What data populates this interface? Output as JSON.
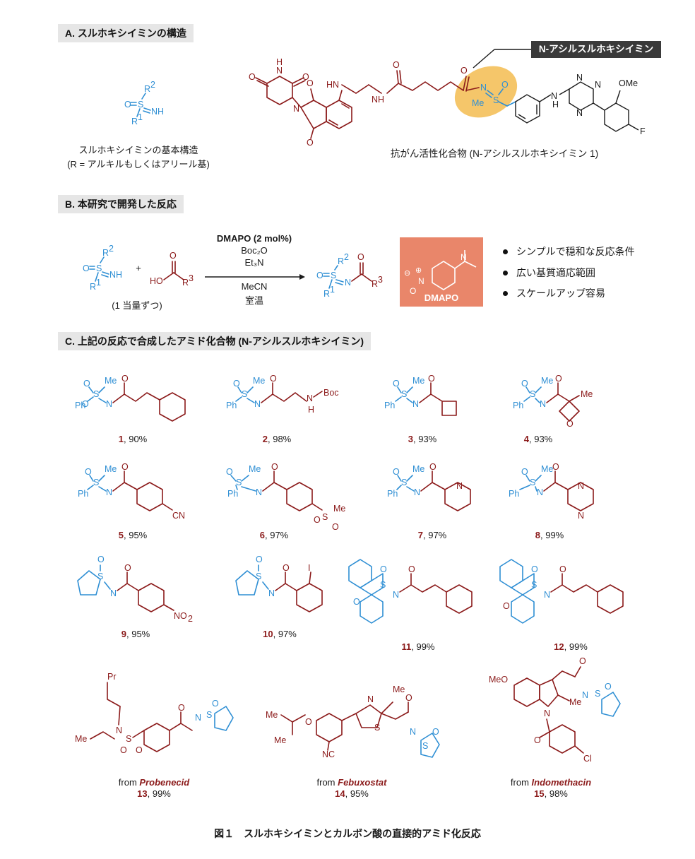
{
  "sections": {
    "a": "A. スルホキシイミンの構造",
    "b": "B. 本研究で開発した反応",
    "c": "C. 上記の反応で合成したアミド化合物 (N-アシルスルホキシイミン)"
  },
  "section_a": {
    "core_caption_1": "スルホキシイミンの基本構造",
    "core_caption_2": "(R = アルキルもしくはアリール基)",
    "drug_caption": "抗がん活性化合物 (N-アシルスルホキシイミン 1)",
    "callout": "N-アシルスルホキシイミン"
  },
  "section_b": {
    "catalyst": "DMAPO (2 mol%)",
    "reagent_1": "Boc₂O",
    "reagent_2": "Et₃N",
    "solvent": "MeCN",
    "temp": "室温",
    "equiv_note": "(1 当量ずつ)",
    "plus": "+",
    "dmapo_label": "DMAPO",
    "bullets": [
      "シンプルで穏和な反応条件",
      "広い基質適応範囲",
      "スケールアップ容易"
    ]
  },
  "compounds": [
    {
      "num": "1",
      "yield": ", 90%"
    },
    {
      "num": "2",
      "yield": ", 98%"
    },
    {
      "num": "3",
      "yield": ", 93%"
    },
    {
      "num": "4",
      "yield": ", 93%"
    },
    {
      "num": "5",
      "yield": ", 95%"
    },
    {
      "num": "6",
      "yield": ", 97%"
    },
    {
      "num": "7",
      "yield": ", 97%"
    },
    {
      "num": "8",
      "yield": ", 99%"
    },
    {
      "num": "9",
      "yield": ", 95%"
    },
    {
      "num": "10",
      "yield": ", 97%"
    },
    {
      "num": "11",
      "yield": ", 99%"
    },
    {
      "num": "12",
      "yield": ", 99%"
    },
    {
      "num": "13",
      "yield": ", 99%",
      "from": "from ",
      "drug": "Probenecid"
    },
    {
      "num": "14",
      "yield": ", 95%",
      "from": "from ",
      "drug": "Febuxostat"
    },
    {
      "num": "15",
      "yield": ", 98%",
      "from": "from ",
      "drug": "Indomethacin"
    }
  ],
  "figure_caption": "図１　スルホキシイミンとカルボン酸の直接的アミド化反応",
  "colors": {
    "sulfoximine": "#2f8fd4",
    "acyl": "#8b1a1a",
    "highlight": "#f5c66a",
    "dmapo_box": "#e9866a"
  }
}
